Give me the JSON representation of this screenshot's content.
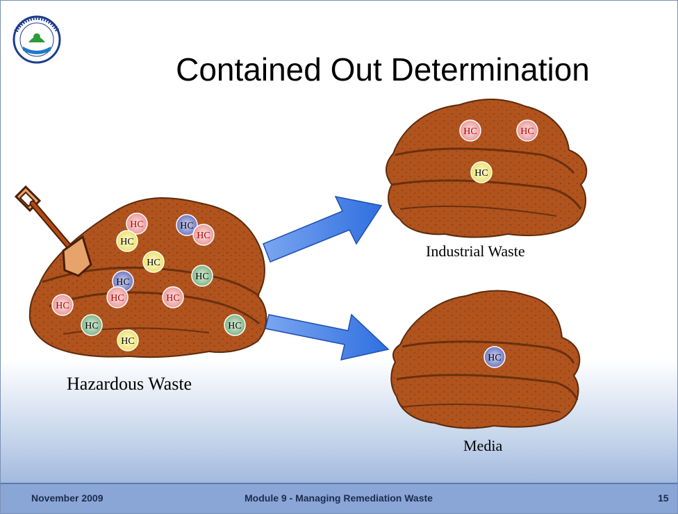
{
  "title": "Contained Out Determination",
  "labels": {
    "hazardous": "Hazardous Waste",
    "industrial": "Industrial Waste",
    "media": "Media"
  },
  "marker_text": "HC",
  "footer": {
    "date": "November 2009",
    "module": "Module 9 - Managing Remediation Waste",
    "page": "15"
  },
  "colors": {
    "soil": "#b0531d",
    "soil_shadow": "#8a3d12",
    "arrow": "#3a78e6",
    "hc_red": "#f0a0a0",
    "hc_yellow": "#f3ef8a",
    "hc_blue": "#7f86c8",
    "hc_green": "#8bbf8f"
  }
}
